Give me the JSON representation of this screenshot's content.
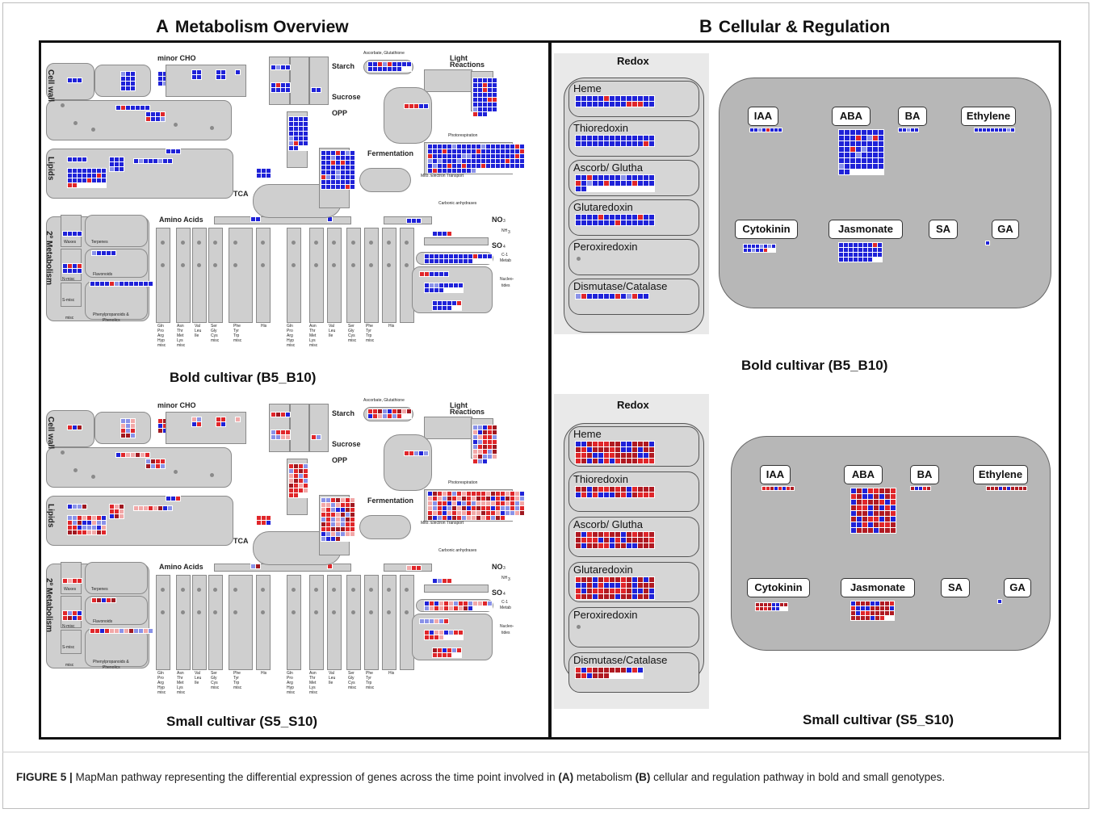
{
  "panel_a": {
    "letter": "A",
    "title": "Metabolism Overview",
    "cultivars": [
      "Bold cultivar (B5_B10)",
      "Small cultivar (S5_S10)"
    ],
    "labels": {
      "minor_cho": "minor CHO",
      "cell_wall": "Cell wall",
      "lipids": "Lipids",
      "secondary_metabolism": "2º Metabolism",
      "starch": "Starch",
      "sucrose": "Sucrose",
      "opp": "OPP",
      "tca": "TCA",
      "fermentation": "Fermentation",
      "ascorbate": "Ascorbate, Glutathione",
      "light_reactions": "Light\nReactions",
      "photorespiration": "Photorespiration",
      "mito": "Mito. Electron Transport",
      "carbonic": "Carbonic anhydrases",
      "amino_acids": "Amino Acids",
      "no3": "NO",
      "no3_sub": "3",
      "nh3": "NH",
      "nh3_sub": "3",
      "so4": "SO",
      "so4_sub": "4",
      "c1": "C-1",
      "metab": "Metab",
      "nucleotides_1": "Nucleo-",
      "nucleotides_2": "tides",
      "waxes": "Waxes",
      "terpenes": "Terpenes",
      "flavonoids": "Flavonoids",
      "n_misc": "N-misc",
      "s_misc": "S-misc",
      "misc": "misc",
      "phenyl_1": "Phenylpropanoids &",
      "phenyl_2": "Phenolics"
    },
    "amino_groups": [
      [
        "Gln",
        "Pro",
        "Arg",
        "Hyp",
        "misc"
      ],
      [
        "Asn",
        "Thr",
        "Met",
        "Lys",
        "misc"
      ],
      [
        "Val",
        "Leu",
        "Ile"
      ],
      [
        "Ser",
        "Gly",
        "Cys",
        "misc"
      ],
      [
        "Phe",
        "Tyr",
        "Trp",
        "misc"
      ],
      [
        "His"
      ]
    ]
  },
  "panel_b": {
    "letter": "B",
    "title": "Cellular & Regulation",
    "cultivars": [
      "Bold cultivar (B5_B10)",
      "Small cultivar (S5_S10)"
    ],
    "redox_title": "Redox",
    "redox_items": [
      "Heme",
      "Thioredoxin",
      "Ascorb/ Glutha",
      "Glutaredoxin",
      "Peroxiredoxin",
      "Dismutase/Catalase"
    ],
    "hormones": [
      "IAA",
      "ABA",
      "BA",
      "Ethylene",
      "Cytokinin",
      "Jasmonate",
      "SA",
      "GA"
    ]
  },
  "colors": {
    "down": "#1f22d8",
    "up": "#e0262a",
    "light_down": "#8a92e8",
    "light_up": "#f2a8a8",
    "pathway_grey": "#cfcfcf"
  },
  "caption": {
    "figure": "FIGURE 5 |",
    "text_1": " MapMan pathway representing the differential expression of genes across the time point involved in ",
    "a_tag": "(A)",
    "text_2": " metabolism ",
    "b_tag": "(B)",
    "text_3": " cellular and regulation pathway in bold and small genotypes."
  }
}
